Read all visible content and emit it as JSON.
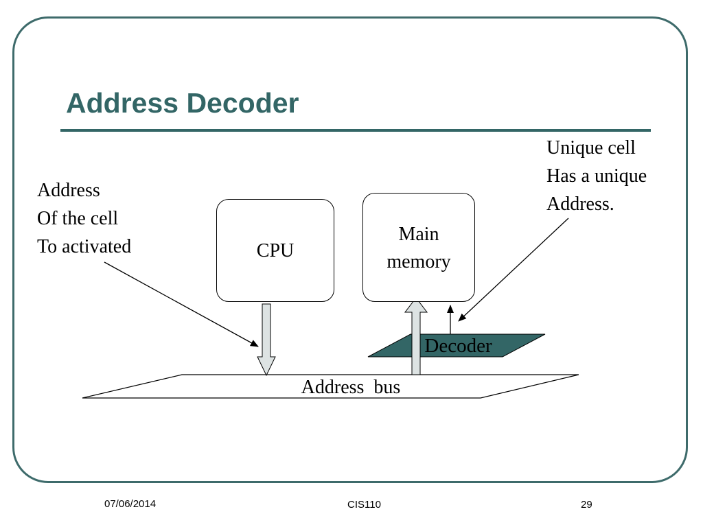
{
  "slide": {
    "title": "Address Decoder",
    "footer": {
      "date": "07/06/2014",
      "course": "CIS110",
      "page_number": "29"
    }
  },
  "diagram": {
    "cpu_label": "CPU",
    "memory_label_lines": [
      "Main",
      "memory"
    ],
    "decoder_label": "Decoder",
    "bus_label": "Address  bus",
    "address_note_lines": [
      "Address",
      "Of the cell",
      "To activated"
    ],
    "unique_note_lines": [
      "Unique cell",
      "Has a unique",
      "Address."
    ]
  },
  "colors": {
    "accent": "#336666",
    "frame": "#3e6b6b",
    "decoder_fill": "#336666",
    "arrow_fill": "#dde3e3"
  }
}
